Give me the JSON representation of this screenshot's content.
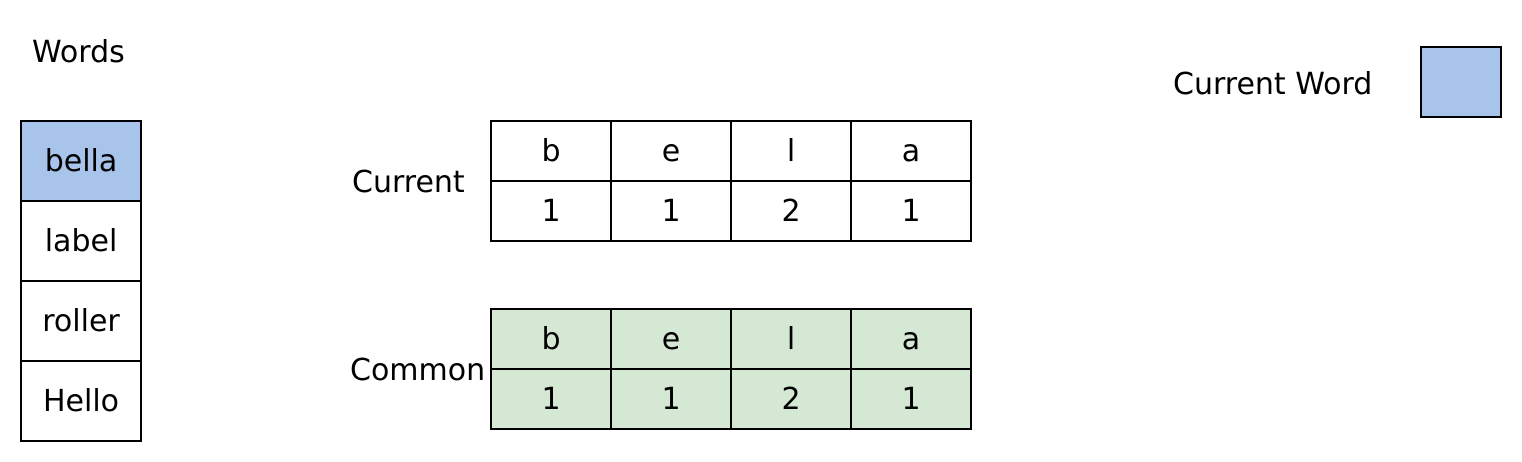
{
  "colors": {
    "current_word": "#a9c4eb",
    "common": "#d5e8d4",
    "default": "#ffffff"
  },
  "words_title": "Words",
  "words": [
    {
      "text": "bella",
      "current": true
    },
    {
      "text": "label",
      "current": false
    },
    {
      "text": "roller",
      "current": false
    },
    {
      "text": "Hello",
      "current": false
    }
  ],
  "current": {
    "label": "Current",
    "letters": [
      "b",
      "e",
      "l",
      "a"
    ],
    "counts": [
      "1",
      "1",
      "2",
      "1"
    ]
  },
  "common": {
    "label": "Common",
    "letters": [
      "b",
      "e",
      "l",
      "a"
    ],
    "counts": [
      "1",
      "1",
      "2",
      "1"
    ]
  },
  "legend": {
    "label": "Current Word",
    "icon": "blue-square"
  }
}
